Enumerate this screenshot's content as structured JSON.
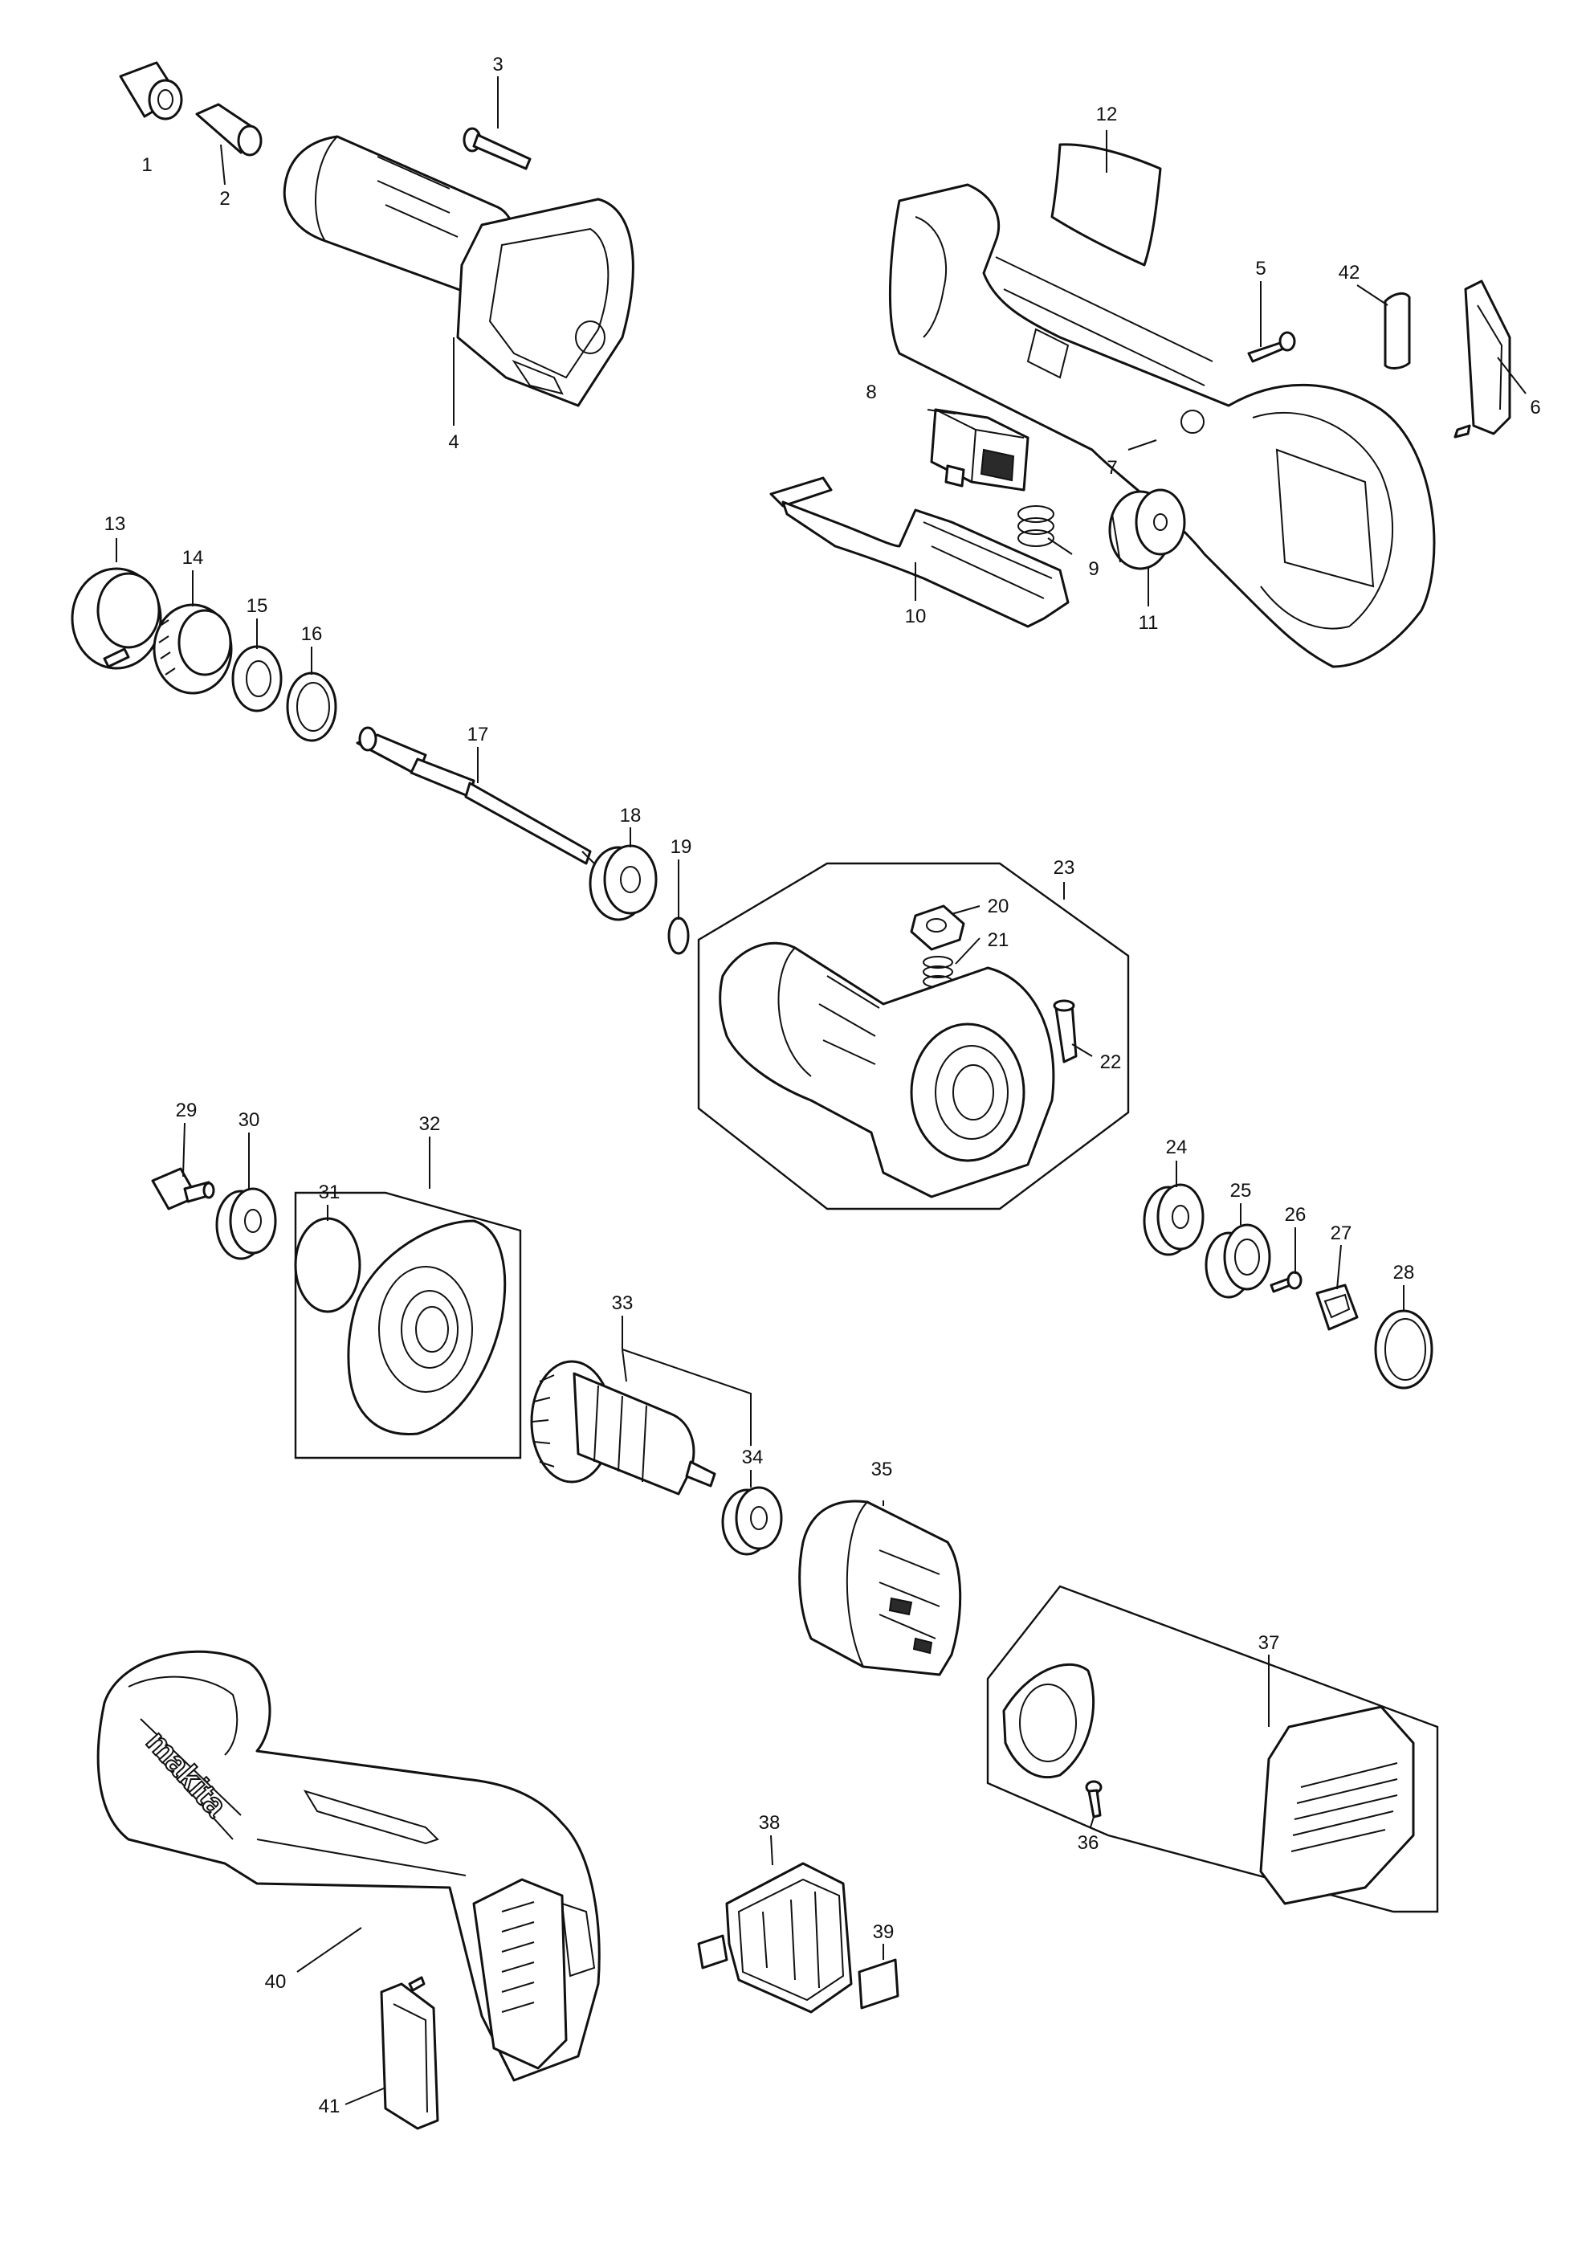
{
  "diagram": {
    "type": "exploded-parts-diagram",
    "callouts": {
      "p1": "1",
      "p2": "2",
      "p3": "3",
      "p4": "4",
      "p5": "5",
      "p6": "6",
      "p7": "7",
      "p8": "8",
      "p9": "9",
      "p10": "10",
      "p11": "11",
      "p12": "12",
      "p13": "13",
      "p14": "14",
      "p15": "15",
      "p16": "16",
      "p17": "17",
      "p18": "18",
      "p19": "19",
      "p20": "20",
      "p21": "21",
      "p22": "22",
      "p23": "23",
      "p24": "24",
      "p25": "25",
      "p26": "26",
      "p27": "27",
      "p28": "28",
      "p29": "29",
      "p30": "30",
      "p31": "31",
      "p32": "32",
      "p33": "33",
      "p34": "34",
      "p35": "35",
      "p36": "36",
      "p37": "37",
      "p38": "38",
      "p39": "39",
      "p40": "40",
      "p41": "41",
      "p42": "42"
    },
    "logo_text": "makita"
  },
  "colors": {
    "line": "#111111",
    "background": "#ffffff"
  }
}
